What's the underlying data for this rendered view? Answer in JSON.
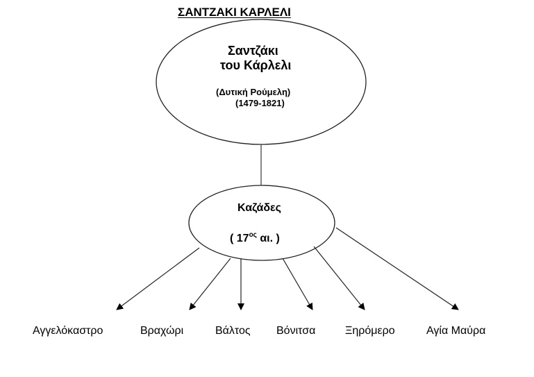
{
  "title": "ΣΑΝΤΖΑΚΙ ΚΑΡΛΕΛΙ",
  "root_node": {
    "line1": "Σαντζάκι",
    "line2": "του Κάρλελι",
    "region": "(Δυτική Ρούμελη)",
    "period": "(1479-1821)"
  },
  "middle_node": {
    "label": "Καζάδες",
    "century_prefix": "( 17",
    "century_sup": "ος",
    "century_suffix": " αι. )"
  },
  "leaves": [
    {
      "label": "Αγγελόκαστρο"
    },
    {
      "label": "Βραχώρι"
    },
    {
      "label": "Βάλτος"
    },
    {
      "label": "Βόνιτσα"
    },
    {
      "label": "Ξηρόμερο"
    },
    {
      "label": "Αγία Μαύρα"
    }
  ],
  "colors": {
    "stroke": "#222222",
    "text": "#000000",
    "background": "#ffffff"
  }
}
